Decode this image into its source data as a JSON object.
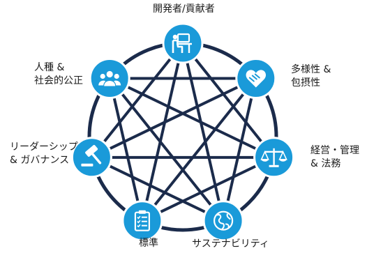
{
  "diagram": {
    "colors": {
      "ring": "#1b2b4b",
      "node_fill": "#1a9ad9",
      "node_stroke": "#ffffff",
      "icon": "#ffffff",
      "text": "#1a1a1a"
    },
    "nodes": [
      {
        "id": "developers",
        "icon": "developer-desk-icon",
        "lines": [
          "開発者/貢献者"
        ]
      },
      {
        "id": "diversity",
        "icon": "heart-handshake-icon",
        "lines": [
          "多様性 &",
          "包摂性"
        ]
      },
      {
        "id": "legal",
        "icon": "scales-icon",
        "lines": [
          "経営・管理",
          "& 法務"
        ]
      },
      {
        "id": "sustainability",
        "icon": "globe-icon",
        "lines": [
          "サステナビリティ"
        ]
      },
      {
        "id": "standards",
        "icon": "checklist-clipboard-icon",
        "lines": [
          "標準"
        ]
      },
      {
        "id": "governance",
        "icon": "gavel-icon",
        "lines": [
          "リーダーシップ",
          "& ガバナンス"
        ]
      },
      {
        "id": "equity",
        "icon": "people-group-icon",
        "lines": [
          "人種 &",
          "社会的公正"
        ]
      }
    ]
  }
}
